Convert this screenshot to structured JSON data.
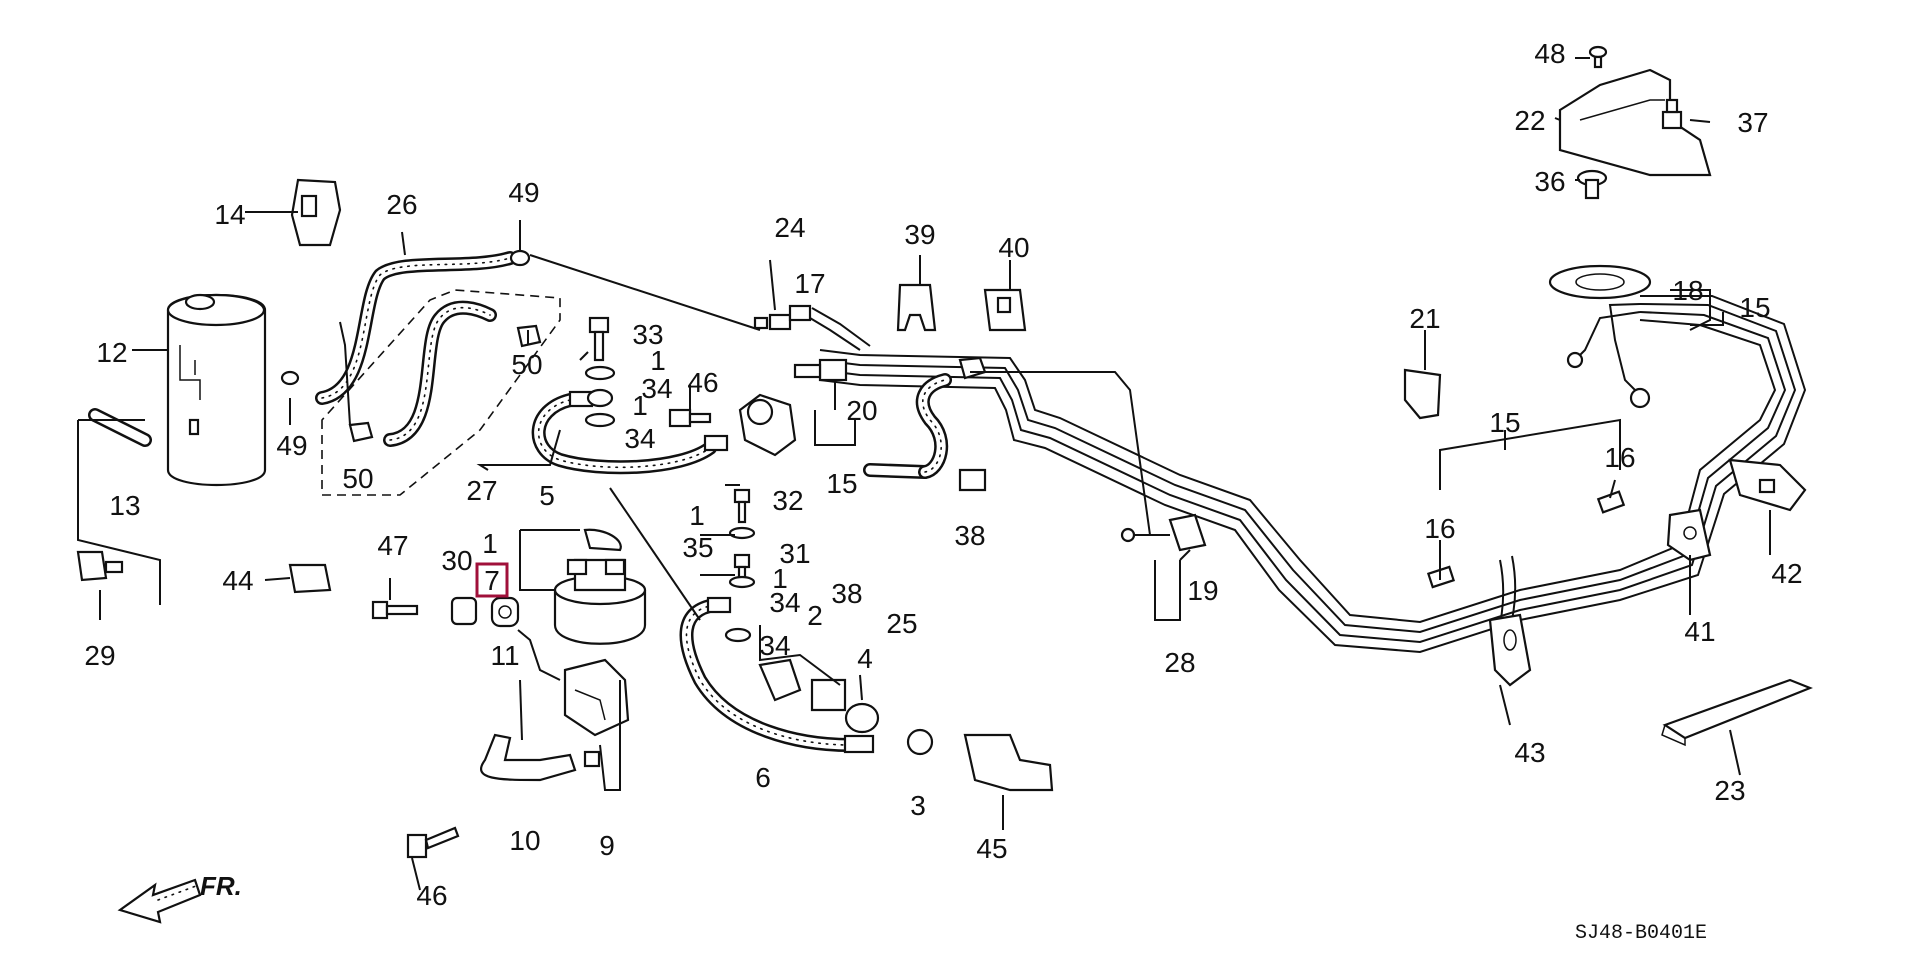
{
  "diagram_code": "SJ48-B0401E",
  "direction_label": "FR.",
  "highlight_color": "#a0103a",
  "highlighted_callout": "7",
  "callouts": {
    "c1a": "1",
    "c1b": "1",
    "c1c": "1",
    "c1d": "1",
    "c1e": "1",
    "c2": "2",
    "c3": "3",
    "c4": "4",
    "c5": "5",
    "c6": "6",
    "c7": "7",
    "c9": "9",
    "c10": "10",
    "c11": "11",
    "c12": "12",
    "c13": "13",
    "c14": "14",
    "c15a": "15",
    "c15b": "15",
    "c15c": "15",
    "c16a": "16",
    "c16b": "16",
    "c17": "17",
    "c18": "18",
    "c19": "19",
    "c20": "20",
    "c21": "21",
    "c22": "22",
    "c23": "23",
    "c24": "24",
    "c25": "25",
    "c26": "26",
    "c27": "27",
    "c28": "28",
    "c29": "29",
    "c30": "30",
    "c31": "31",
    "c32": "32",
    "c33": "33",
    "c34a": "34",
    "c34b": "34",
    "c34c": "34",
    "c34d": "34",
    "c35": "35",
    "c36": "36",
    "c37": "37",
    "c38a": "38",
    "c38b": "38",
    "c39": "39",
    "c40": "40",
    "c41": "41",
    "c42": "42",
    "c43": "43",
    "c44": "44",
    "c45": "45",
    "c46a": "46",
    "c46b": "46",
    "c47": "47",
    "c48": "48",
    "c49a": "49",
    "c49b": "49",
    "c50a": "50",
    "c50b": "50"
  }
}
